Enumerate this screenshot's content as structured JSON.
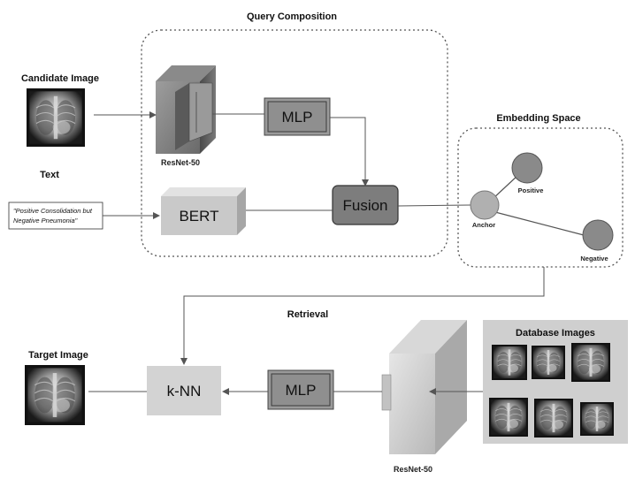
{
  "labels": {
    "query_composition": "Query Composition",
    "candidate_image": "Candidate Image",
    "text": "Text",
    "text_query_line1": "\"Positive Consolidation but",
    "text_query_line2": "Negative Pneumonia\"",
    "resnet_top": "ResNet-50",
    "mlp_top": "MLP",
    "bert": "BERT",
    "fusion": "Fusion",
    "embedding_space": "Embedding Space",
    "positive": "Positive",
    "anchor": "Anchor",
    "negative": "Negative",
    "retrieval": "Retrieval",
    "target_image": "Target Image",
    "knn": "k-NN",
    "mlp_bottom": "MLP",
    "database_images": "Database Images",
    "resnet_bottom": "ResNet-50"
  },
  "colors": {
    "dotted_border": "#555555",
    "mlp_fill": "#8f8f8f",
    "fusion_fill": "#7d7d7d",
    "bert_fill": "#c9c9c9",
    "knn_fill": "#d3d3d3",
    "node_fill": "#8a8a8a",
    "anchor_fill": "#b0b0b0",
    "db_panel_fill": "#cfcfcf"
  },
  "icons": {
    "xray": "chest-xray-icon",
    "resnet": "resnet-block-icon"
  }
}
